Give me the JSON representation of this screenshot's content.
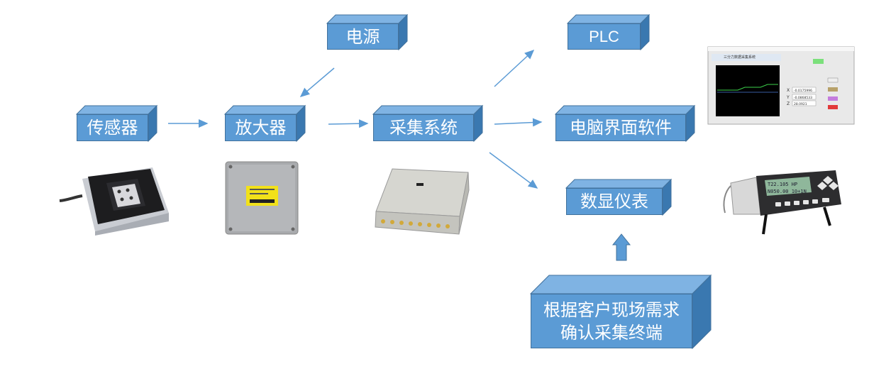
{
  "boxes": {
    "power": "电源",
    "plc": "PLC",
    "sensor": "传感器",
    "amplifier": "放大器",
    "acquisition": "采集系统",
    "pc_software": "电脑界面软件",
    "display_meter": "数显仪表",
    "note_line1": "根据客户现场需求",
    "note_line2": "确认采集终端"
  },
  "software_screenshot": {
    "title": "三分力数据采集系统",
    "readings": [
      {
        "axis": "X",
        "value": "-0.0175996"
      },
      {
        "axis": "Y",
        "value": "-0.0868533"
      },
      {
        "axis": "Z",
        "value": "28.0921"
      }
    ]
  },
  "meter_display": {
    "line1": "T22.105 HP",
    "line2": "N050.00 10+1N"
  },
  "colors": {
    "box_fill": "#5b9bd5",
    "box_top": "#7fb3e3",
    "box_side": "#3a78b0",
    "arrow": "#5b9bd5"
  }
}
